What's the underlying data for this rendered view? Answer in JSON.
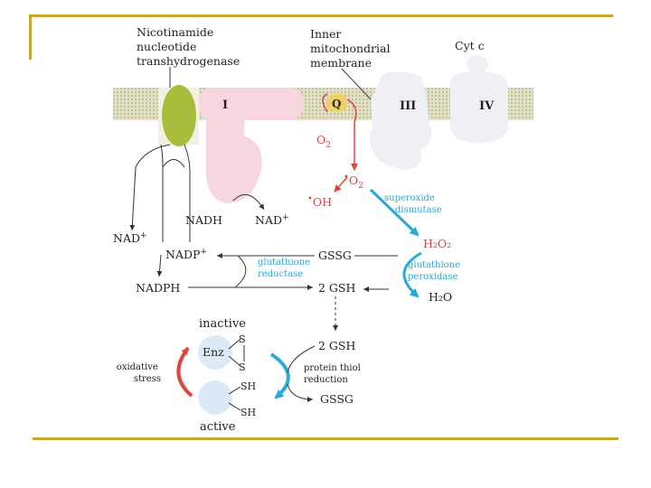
{
  "labels": {
    "transhydrogenase": [
      "Nicotinamide",
      "nucleotide",
      "transhydrogenase"
    ],
    "membrane": [
      "Inner",
      "mitochondrial",
      "membrane"
    ],
    "cytc": "Cyt c",
    "complex1": "I",
    "complexQ": "Q",
    "complex3": "III",
    "complex4": "IV",
    "o2": "O",
    "o2_sub": "2",
    "superoxide_dot": "•",
    "superoxide": "O",
    "superoxide_sub": "2",
    "hydroxyl_dot": "•",
    "hydroxyl": "OH",
    "sod": [
      "superoxide",
      "dismutase"
    ],
    "h2o2": "H₂O₂",
    "gpx": [
      "glutathione",
      "peroxidase"
    ],
    "h2o": "H₂O",
    "nadh": "NADH",
    "nad_right": "NAD⁺",
    "nad_left": "NAD⁺",
    "nadp": "NADP⁺",
    "nadph": "NADPH",
    "gssg1": "GSSG",
    "gr": [
      "glutathione",
      "reductase"
    ],
    "gsh1": "2 GSH",
    "gsh2": "2 GSH",
    "thiol": [
      "protein thiol",
      "reduction"
    ],
    "gssg2": "GSSG",
    "inactive": "inactive",
    "active": "active",
    "enz": "Enz",
    "s_top": "S",
    "s_bottom": "S",
    "sh_top": "SH",
    "sh_bottom": "SH",
    "oxstress": [
      "oxidative",
      "stress"
    ]
  },
  "colors": {
    "frame": "#c8a82c",
    "red": "#e0443c",
    "blue": "#29a9d8",
    "membrane": "#d9d8b8",
    "transhydrogenase": "#a9bd3c",
    "complex1": "#f7d7df",
    "complex34": "#eef0f6"
  }
}
